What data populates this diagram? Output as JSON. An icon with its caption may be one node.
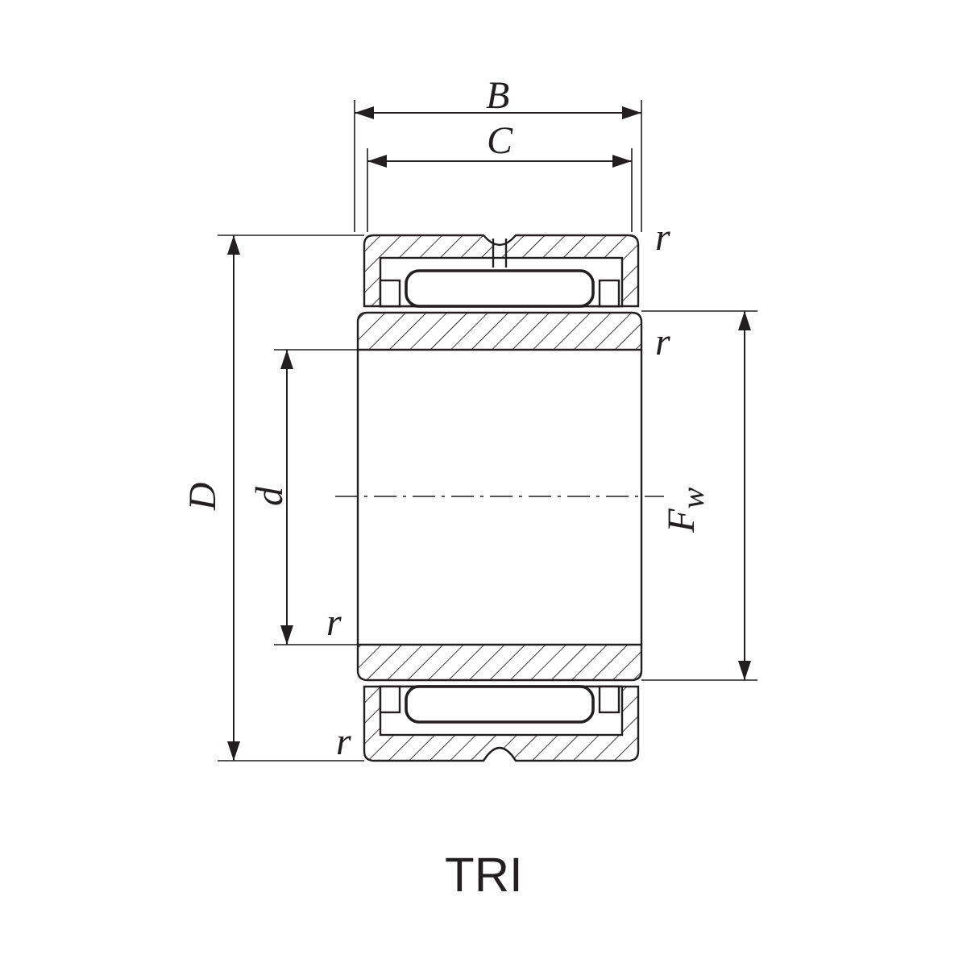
{
  "diagram": {
    "caption": "TRI",
    "labels": [
      "B",
      "C",
      "r",
      "r",
      "D",
      "d",
      "F$_{w}$",
      "r",
      "r"
    ]
  }
}
